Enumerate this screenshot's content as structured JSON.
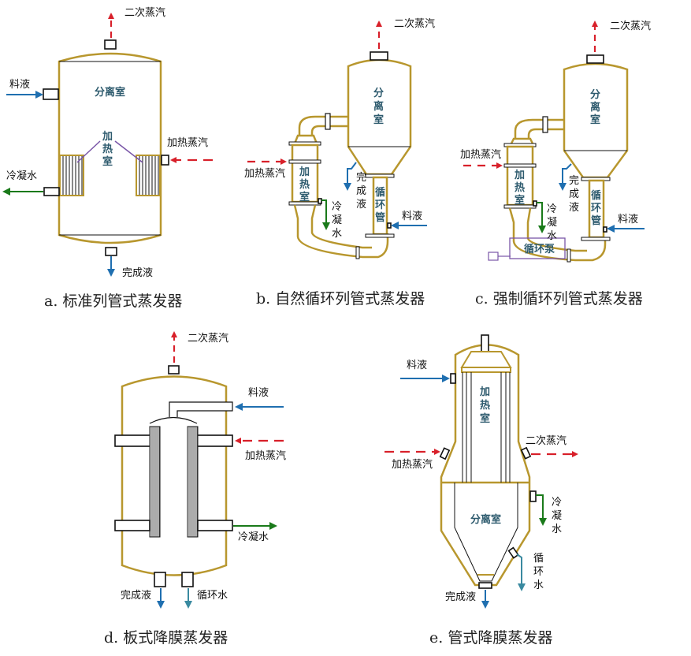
{
  "colors": {
    "vessel": "#b8972e",
    "steam_red": "#d8202a",
    "feed_blue": "#1f6fb0",
    "condensate_green": "#1a7a1a",
    "circulating_teal": "#3a8aa0",
    "inner_text": "#2e5b6e",
    "pump_purple": "#7a56a8"
  },
  "panels": {
    "a": {
      "caption": "a.  标准列管式蒸发器",
      "secondary_steam": "二次蒸汽",
      "feed": "料液",
      "separator": "分离室",
      "heating_chamber": [
        "加",
        "热",
        "室"
      ],
      "heating_steam": "加热蒸汽",
      "condensate": "冷凝水",
      "product": "完成液"
    },
    "b": {
      "caption": "b. 自然循环列管式蒸发器",
      "secondary_steam": "二次蒸汽",
      "separator": [
        "分",
        "离",
        "室"
      ],
      "heating_steam": "加热蒸汽",
      "heating_chamber": [
        "加",
        "热",
        "室"
      ],
      "product": [
        "完",
        "成",
        "液"
      ],
      "circulation_pipe": [
        "循",
        "环",
        "管"
      ],
      "condensate": [
        "冷",
        "凝",
        "水"
      ],
      "feed": "料液"
    },
    "c": {
      "caption": "c.  强制循环列管式蒸发器",
      "secondary_steam": "二次蒸汽",
      "separator": [
        "分",
        "离",
        "室"
      ],
      "heating_steam": "加热蒸汽",
      "heating_chamber": [
        "加",
        "热",
        "室"
      ],
      "product": [
        "完",
        "成",
        "液"
      ],
      "circulation_pipe": [
        "循",
        "环",
        "管"
      ],
      "condensate": [
        "冷",
        "凝",
        "水"
      ],
      "feed": "料液",
      "pump": "循环泵"
    },
    "d": {
      "caption": "d.  板式降膜蒸发器",
      "secondary_steam": "二次蒸汽",
      "feed": "料液",
      "heating_steam": "加热蒸汽",
      "condensate": "冷凝水",
      "product": "完成液",
      "circulating_water": "循环水"
    },
    "e": {
      "caption": "e.  管式降膜蒸发器",
      "feed": "料液",
      "heating_chamber": [
        "加",
        "热",
        "室"
      ],
      "secondary_steam": "二次蒸汽",
      "heating_steam": "加热蒸汽",
      "separator": "分离室",
      "condensate": [
        "冷",
        "凝",
        "水"
      ],
      "circulating_water": [
        "循",
        "环",
        "水"
      ],
      "product": "完成液"
    }
  }
}
